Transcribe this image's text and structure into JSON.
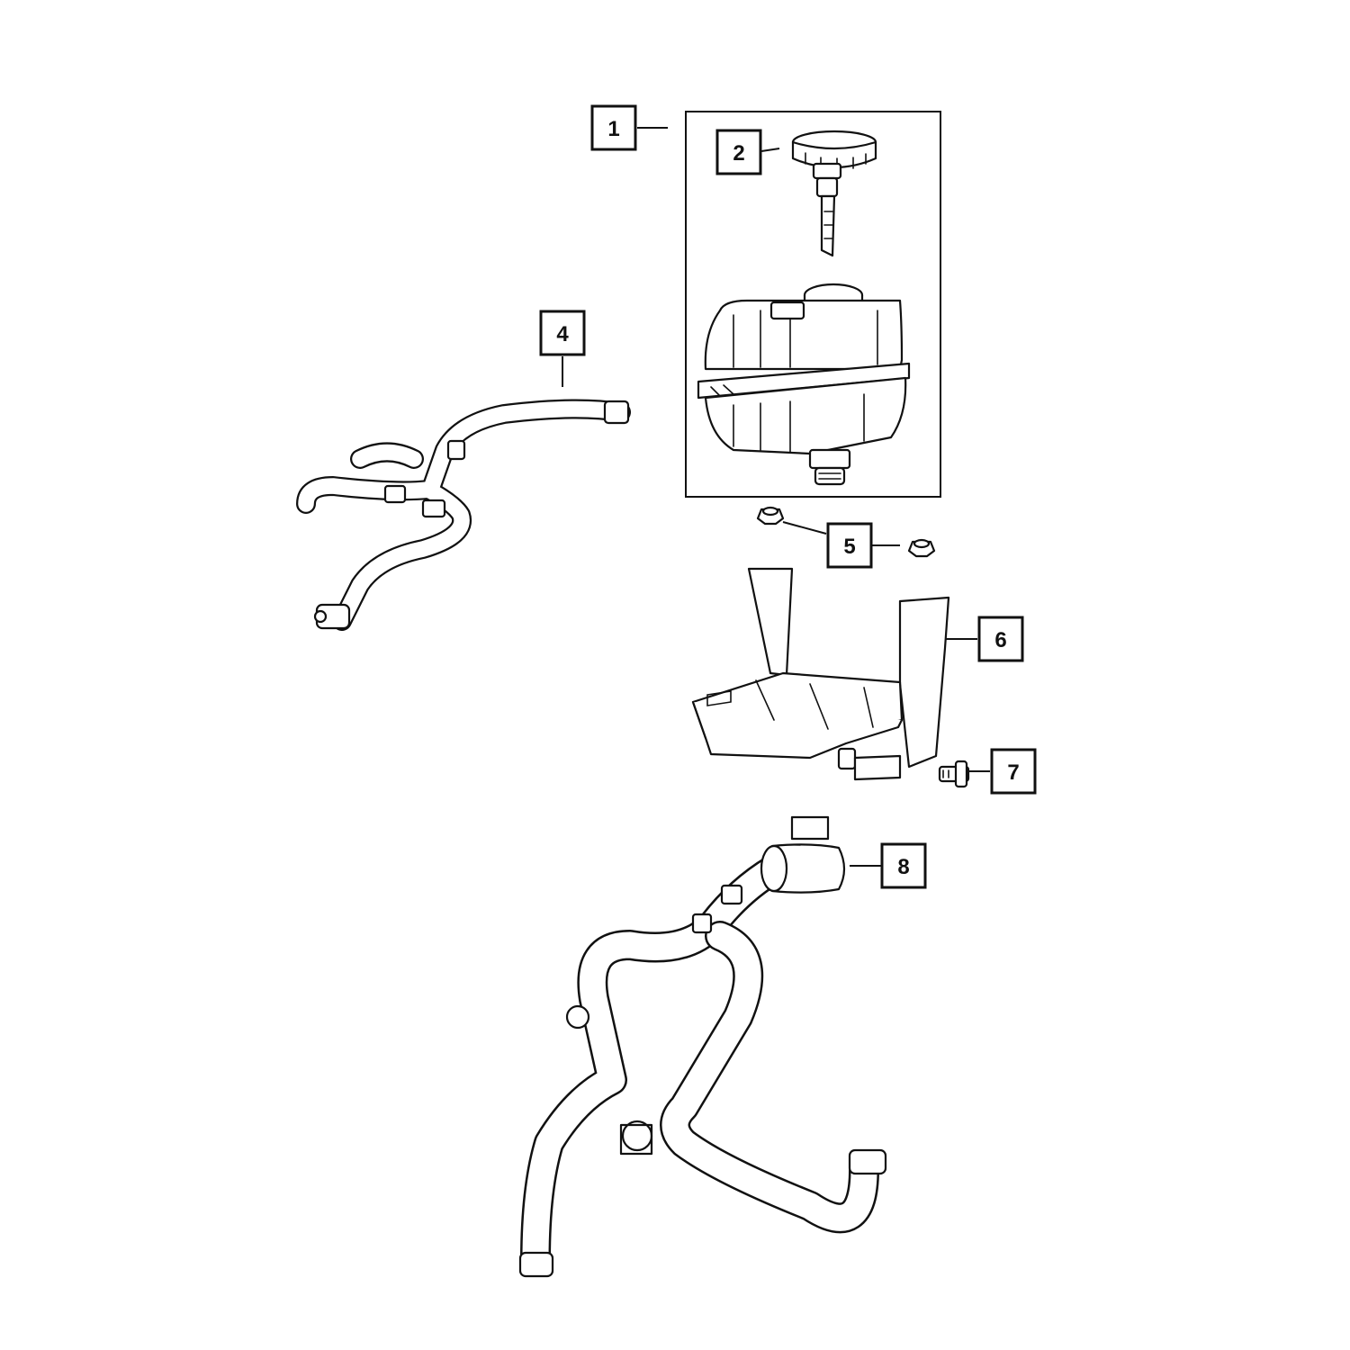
{
  "diagram": {
    "colors": {
      "ink": "#111111",
      "background": "#ffffff"
    },
    "callouts": [
      {
        "id": "1",
        "label": "1"
      },
      {
        "id": "2",
        "label": "2"
      },
      {
        "id": "4",
        "label": "4"
      },
      {
        "id": "5",
        "label": "5"
      },
      {
        "id": "6",
        "label": "6"
      },
      {
        "id": "7",
        "label": "7"
      },
      {
        "id": "8",
        "label": "8"
      }
    ]
  }
}
